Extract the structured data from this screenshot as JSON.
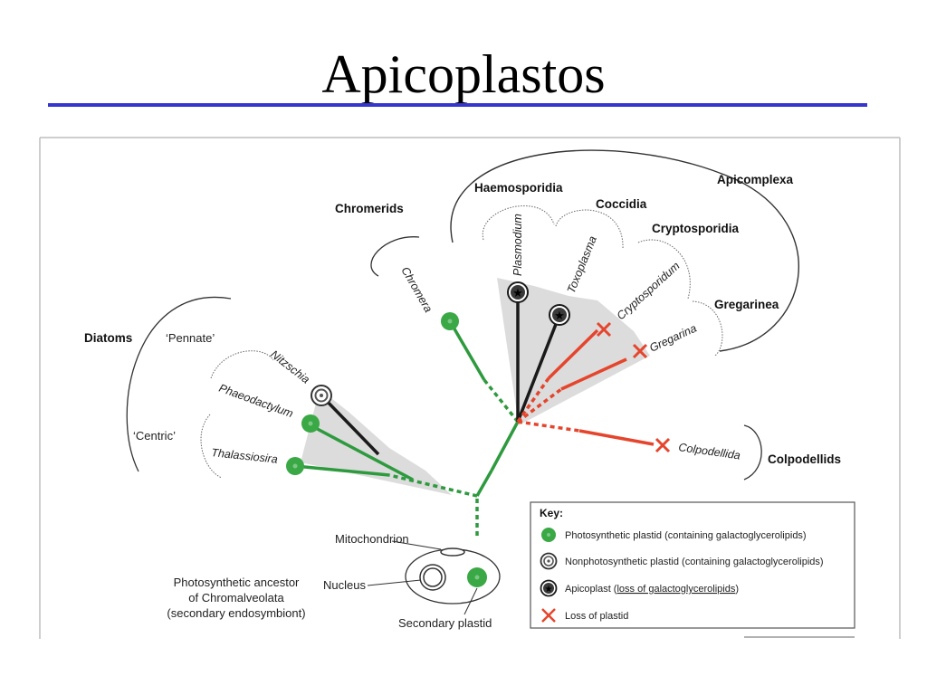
{
  "title": "Apicoplastos",
  "groups": {
    "apicomplexa": "Apicomplexa",
    "haemosporidia": "Haemosporidia",
    "coccidia": "Coccidia",
    "cryptosporidia": "Cryptosporidia",
    "gregarinea": "Gregarinea",
    "chromerids": "Chromerids",
    "diatoms": "Diatoms",
    "pennate": "‘Pennate’",
    "centric": "‘Centric’",
    "colpodellids": "Colpodellids"
  },
  "species": {
    "chromera": "Chromera",
    "plasmodium": "Plasmodium",
    "toxoplasma": "Toxoplasma",
    "cryptosporidum": "Cryptosporidum",
    "gregarina": "Gregarina",
    "nitzschia": "Nitzschia",
    "phaeodactylum": "Phaeodactylum",
    "thalassiosira": "Thalassiosira",
    "colpodellida": "Colpodellida"
  },
  "ancestor": {
    "mitochondrion": "Mitochondrion",
    "nucleus": "Nucleus",
    "secondary_plastid": "Secondary plastid",
    "line1": "Photosynthetic ancestor",
    "line2": "of Chromalveolata",
    "line3": "(secondary endosymbiont)"
  },
  "key": {
    "title": "Key:",
    "photosynthetic_prefix": "Photosynthetic plastid (containing galactoglycerolipids)",
    "nonphotosynthetic": "Nonphotosynthetic plastid (containing galactoglycerolipids)",
    "apicoplast_prefix": "Apicoplast (",
    "apicoplast_underlined": "loss of galactoglycerolipids",
    "apicoplast_suffix": ")",
    "loss": "Loss of plastid"
  },
  "colors": {
    "green_branch": "#2e9a3e",
    "green_dot": "#3aa844",
    "red_branch": "#e5452c",
    "black_branch": "#1a1a1a",
    "shade": "#dcdcdc",
    "title_rule": "#3535cf"
  }
}
